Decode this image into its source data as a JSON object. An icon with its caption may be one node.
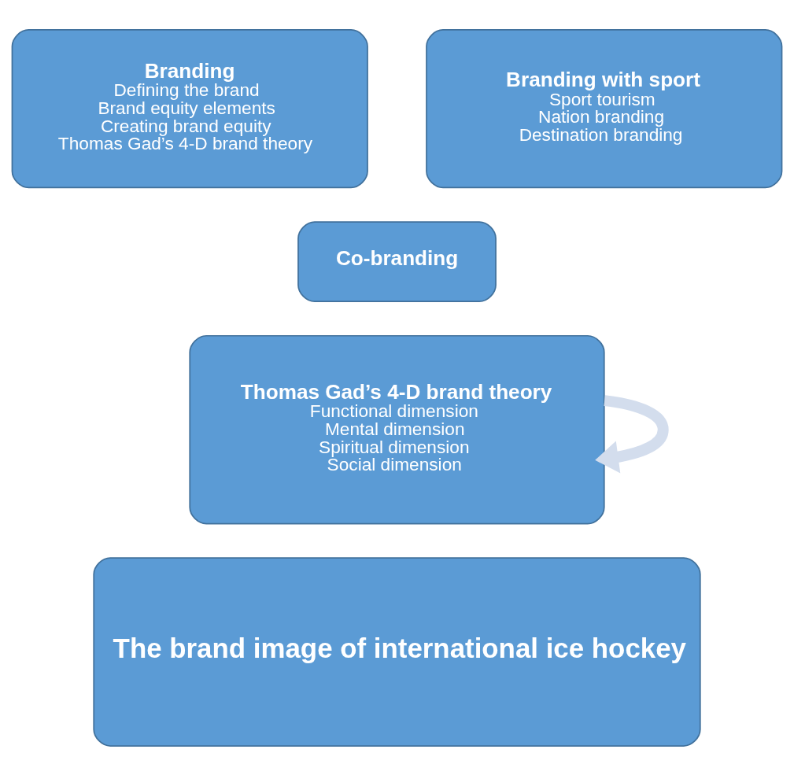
{
  "diagram": {
    "nodes": [
      {
        "text": [
          "Branding",
          "Defining the brand",
          "Brand equity elements",
          "Creating brand equity",
          "Thomas Gad’s 4-D brand theory"
        ]
      },
      {
        "text": [
          "Branding with sport",
          "Sport tourism",
          "Nation branding",
          "Destination branding"
        ]
      },
      {
        "text": [
          "Co-branding"
        ]
      },
      {
        "text": [
          "Thomas Gad’s 4-D brand theory",
          "Functional dimension",
          "Mental dimension",
          "Spiritual dimension",
          "Social dimension"
        ]
      },
      {
        "text": [
          "The brand image of international ice hockey"
        ]
      }
    ],
    "edges": [
      {
        "from": 3,
        "to": 3,
        "arrow": "to",
        "color": "#d3dded"
      }
    ]
  }
}
